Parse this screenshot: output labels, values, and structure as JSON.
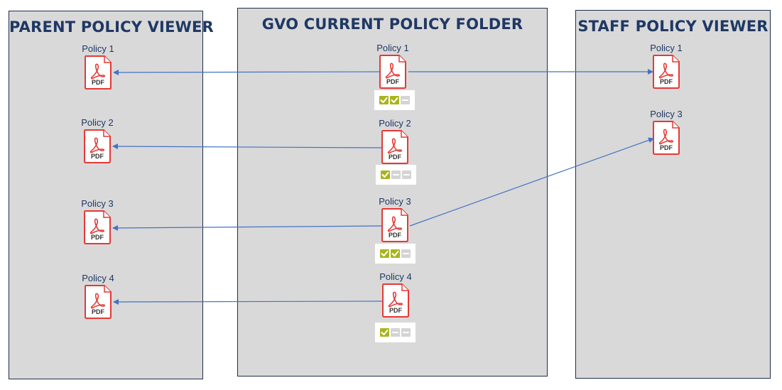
{
  "panels": {
    "parent": {
      "title": "PARENT POLICY VIEWER"
    },
    "gvo": {
      "title": "GVO CURRENT POLICY FOLDER"
    },
    "staff": {
      "title": "STAFF POLICY VIEWER"
    }
  },
  "pdf_label": "PDF",
  "parent_docs": [
    {
      "label": "Policy 1"
    },
    {
      "label": "Policy 2"
    },
    {
      "label": "Policy 3"
    },
    {
      "label": "Policy 4"
    }
  ],
  "gvo_docs": [
    {
      "label": "Policy 1",
      "status": [
        "check",
        "check",
        "dash"
      ]
    },
    {
      "label": "Policy 2",
      "status": [
        "check",
        "dash",
        "dash"
      ]
    },
    {
      "label": "Policy 3",
      "status": [
        "check",
        "check",
        "dash"
      ]
    },
    {
      "label": "Policy 4",
      "status": [
        "check",
        "dash",
        "dash"
      ]
    }
  ],
  "staff_docs": [
    {
      "label": "Policy 1"
    },
    {
      "label": "Policy 3"
    }
  ],
  "colors": {
    "arrow": "#4472c4",
    "pdf_red": "#e53935",
    "status_check": "#a9b41f",
    "status_dash": "#d4d4d4",
    "title": "#1f3864"
  },
  "connections": [
    {
      "from": "gvo-policy-1",
      "to": "parent-policy-1"
    },
    {
      "from": "gvo-policy-1",
      "to": "staff-policy-1"
    },
    {
      "from": "gvo-policy-2",
      "to": "parent-policy-2"
    },
    {
      "from": "gvo-policy-3",
      "to": "parent-policy-3"
    },
    {
      "from": "gvo-policy-3",
      "to": "staff-policy-3"
    },
    {
      "from": "gvo-policy-4",
      "to": "parent-policy-4"
    }
  ]
}
